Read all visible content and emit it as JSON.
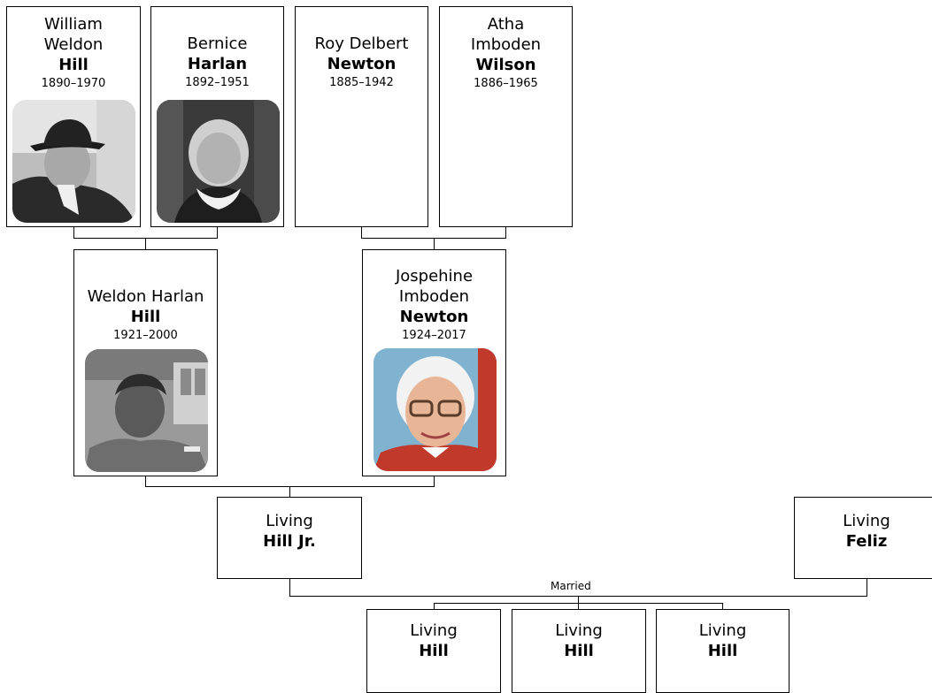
{
  "people": {
    "william": {
      "given": "William Weldon",
      "surname": "Hill",
      "dates": "1890–1970",
      "photo": "elderly-man-in-hat-photo"
    },
    "bernice": {
      "given": "Bernice",
      "surname": "Harlan",
      "dates": "1892–1951",
      "photo": "elderly-woman-portrait-photo"
    },
    "roy": {
      "given": "Roy Delbert",
      "surname": "Newton",
      "dates": "1885–1942"
    },
    "atha": {
      "given": "Atha Imboden",
      "surname": "Wilson",
      "dates": "1886–1965"
    },
    "weldon": {
      "given": "Weldon Harlan",
      "surname": "Hill",
      "dates": "1921–2000",
      "photo": "man-in-uniform-photo"
    },
    "josephine": {
      "given": "Jospehine Imboden",
      "surname": "Newton",
      "dates": "1924–2017",
      "photo": "elderly-woman-with-glasses-photo"
    },
    "hilljr": {
      "given": "Living",
      "surname": "Hill Jr."
    },
    "feliz": {
      "given": "Living",
      "surname": "Feliz"
    },
    "child1": {
      "given": "Living",
      "surname": "Hill"
    },
    "child2": {
      "given": "Living",
      "surname": "Hill"
    },
    "child3": {
      "given": "Living",
      "surname": "Hill"
    }
  },
  "marriage_label": "Married"
}
